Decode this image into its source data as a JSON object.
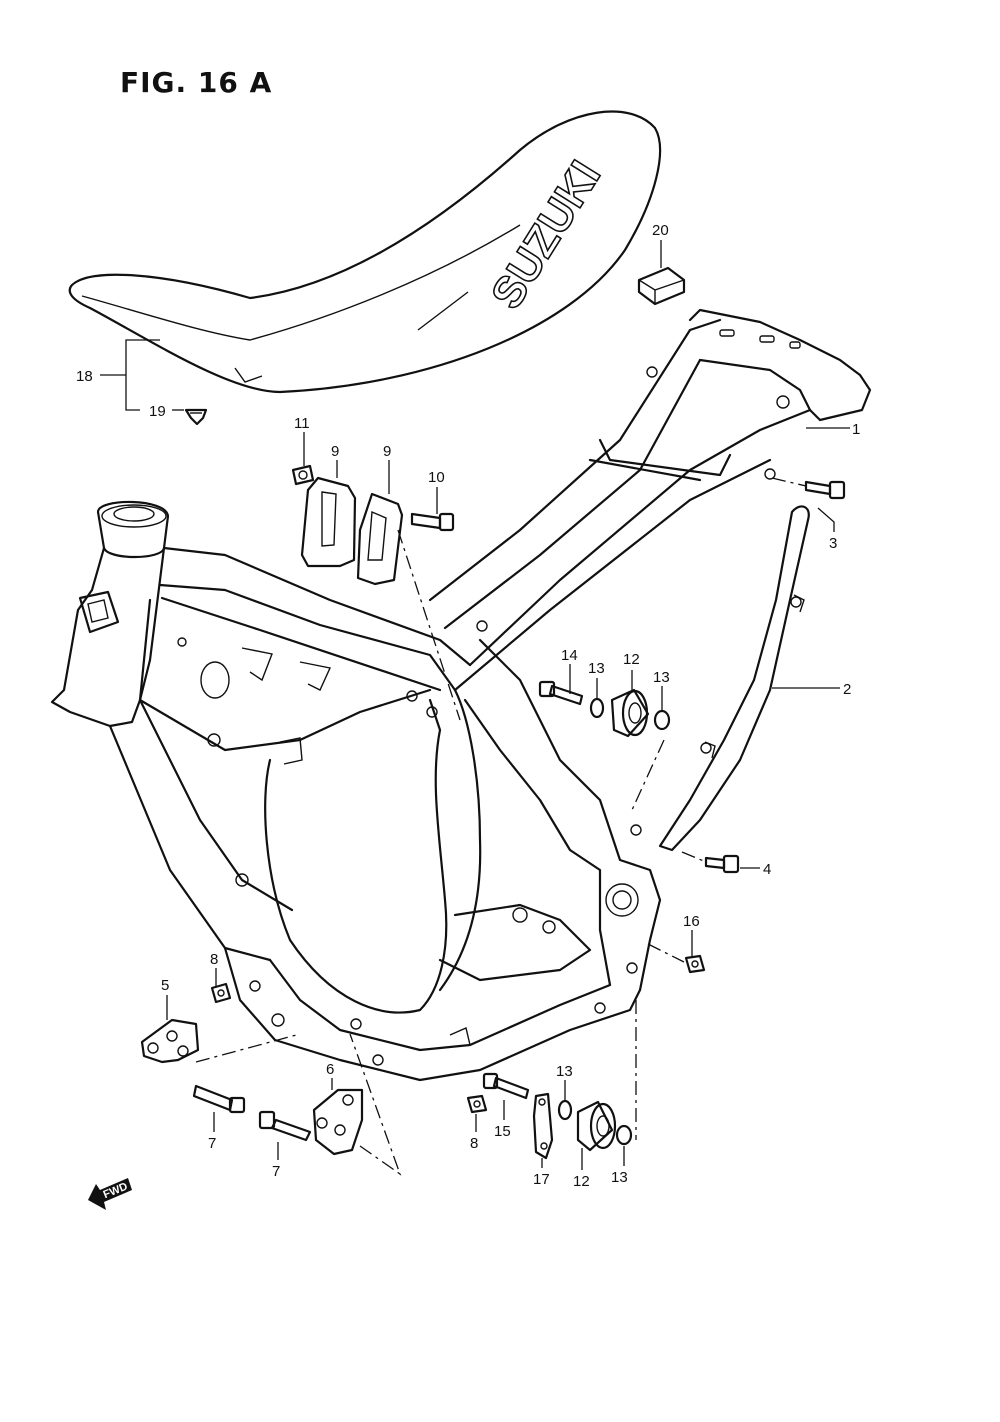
{
  "figure": {
    "title": "FIG. 16 A",
    "brand_text": "SUZUKI",
    "direction_badge": "FWD"
  },
  "callouts": [
    {
      "id": "c1",
      "label": "1"
    },
    {
      "id": "c2",
      "label": "2"
    },
    {
      "id": "c3",
      "label": "3"
    },
    {
      "id": "c4",
      "label": "4"
    },
    {
      "id": "c5",
      "label": "5"
    },
    {
      "id": "c6",
      "label": "6"
    },
    {
      "id": "c7a",
      "label": "7"
    },
    {
      "id": "c7b",
      "label": "7"
    },
    {
      "id": "c8a",
      "label": "8"
    },
    {
      "id": "c8b",
      "label": "8"
    },
    {
      "id": "c9a",
      "label": "9"
    },
    {
      "id": "c9b",
      "label": "9"
    },
    {
      "id": "c10",
      "label": "10"
    },
    {
      "id": "c11",
      "label": "11"
    },
    {
      "id": "c12a",
      "label": "12"
    },
    {
      "id": "c12b",
      "label": "12"
    },
    {
      "id": "c13a",
      "label": "13"
    },
    {
      "id": "c13b",
      "label": "13"
    },
    {
      "id": "c13c",
      "label": "13"
    },
    {
      "id": "c13d",
      "label": "13"
    },
    {
      "id": "c14",
      "label": "14"
    },
    {
      "id": "c15",
      "label": "15"
    },
    {
      "id": "c16",
      "label": "16"
    },
    {
      "id": "c17",
      "label": "17"
    },
    {
      "id": "c18",
      "label": "18"
    },
    {
      "id": "c19",
      "label": "19"
    },
    {
      "id": "c20",
      "label": "20"
    }
  ]
}
